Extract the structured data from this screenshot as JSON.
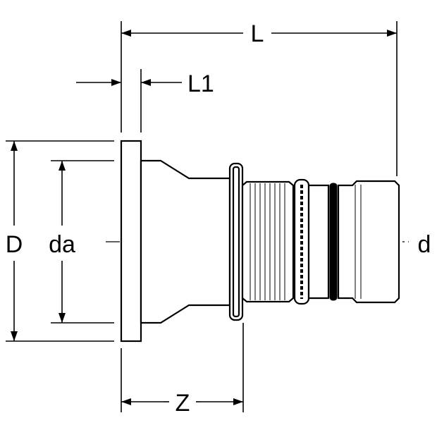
{
  "drawing": {
    "title": "",
    "dimensions": {
      "L": "L",
      "L1": "L1",
      "D": "D",
      "da": "da",
      "d": "d",
      "Z": "Z"
    }
  }
}
